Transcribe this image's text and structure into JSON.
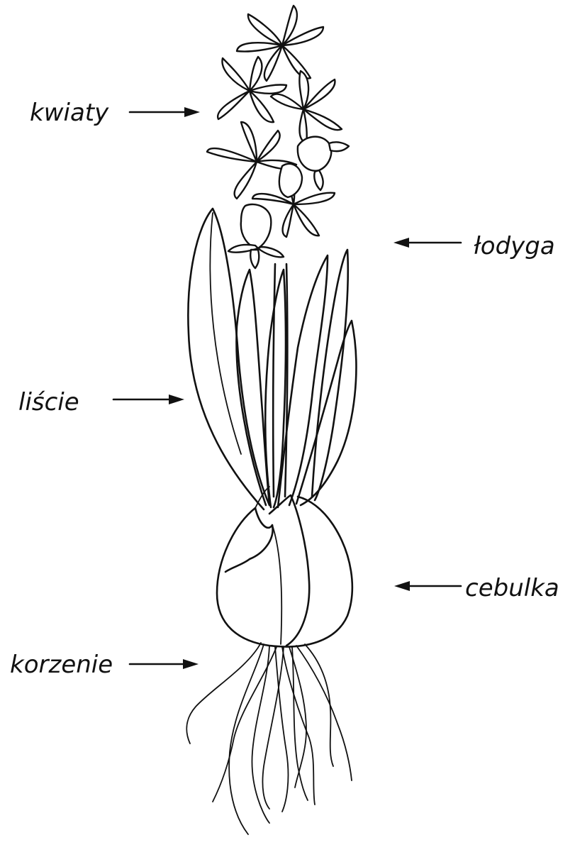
{
  "labels": {
    "flowers": "kwiaty",
    "stem": "łodyga",
    "leaves": "liście",
    "bulb": "cebulka",
    "roots": "korzenie"
  },
  "colors": {
    "ink": "#111111",
    "background": "#ffffff"
  }
}
